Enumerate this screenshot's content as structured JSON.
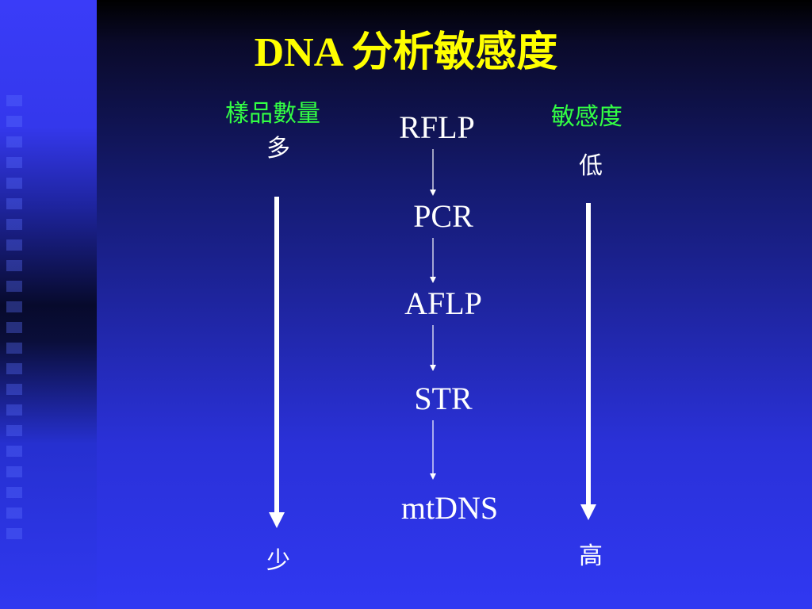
{
  "slide": {
    "title": "DNA 分析敏感度",
    "left_column": {
      "header": "樣品數量",
      "top": "多",
      "bottom": "少"
    },
    "right_column": {
      "header": "敏感度",
      "top": "低",
      "bottom": "高"
    },
    "methods": [
      "RFLP",
      "PCR",
      "AFLP",
      "STR",
      "mtDNS"
    ]
  },
  "colors": {
    "title": "#ffff00",
    "header": "#33ff44",
    "text": "#ffffff",
    "background": "#2a31d8"
  }
}
